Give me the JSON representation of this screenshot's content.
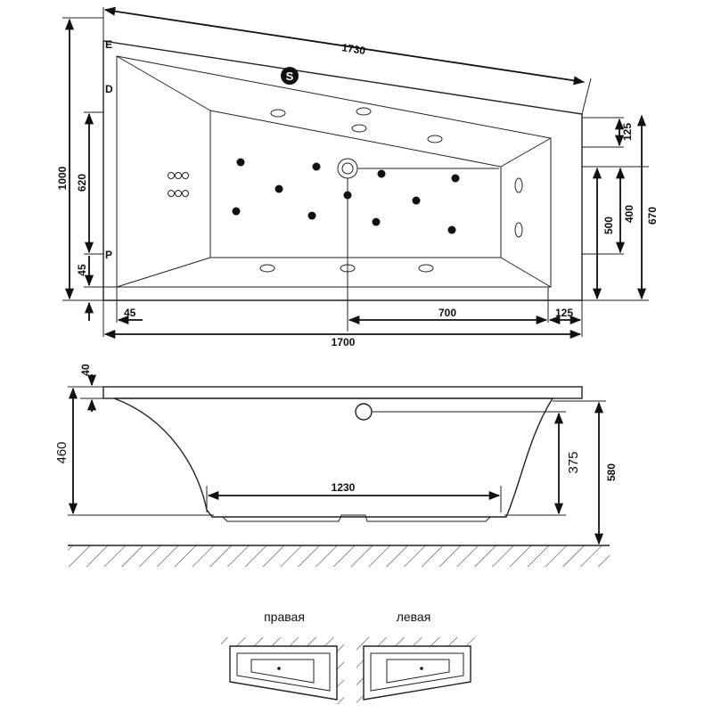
{
  "plan_view": {
    "dimensions": {
      "top_diagonal": "1730",
      "total_width": "1700",
      "overall_height": "1000",
      "left_620": "620",
      "left_45": "45",
      "bottom_45": "45",
      "bottom_700": "700",
      "bottom_125": "125",
      "right_125": "125",
      "right_500": "500",
      "right_400": "400",
      "right_670": "670"
    },
    "point_labels": [
      "E",
      "D",
      "P"
    ],
    "logo_letter": "S"
  },
  "side_view": {
    "dimensions": {
      "rim_40": "40",
      "height_460": "460",
      "inner_length_1230": "1230",
      "overflow_375": "375",
      "total_580": "580"
    }
  },
  "variants": {
    "right_label": "правая",
    "left_label": "левая"
  }
}
